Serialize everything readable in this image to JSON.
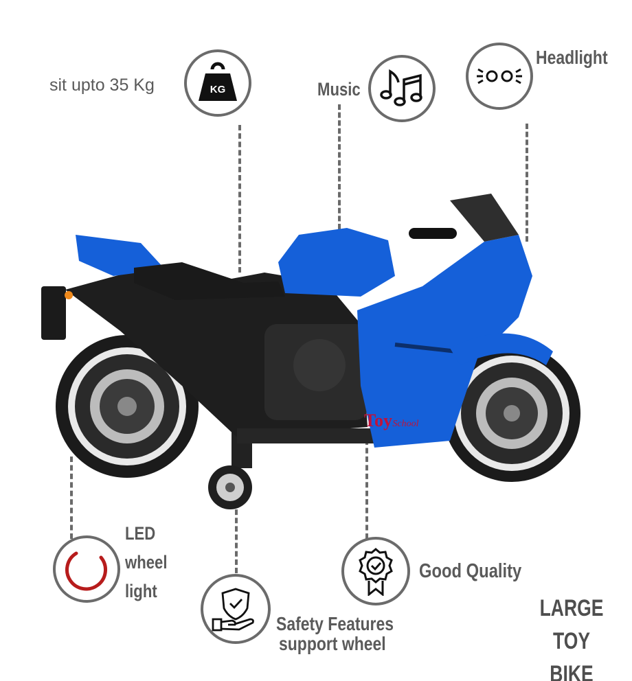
{
  "features": {
    "weight": {
      "label": "sit upto 35 Kg",
      "icon": "weight-kg-icon",
      "badge": "KG"
    },
    "music": {
      "label": "Music",
      "icon": "music-notes-icon"
    },
    "headlight": {
      "label": "Headlight",
      "icon": "headlight-icon"
    },
    "led": {
      "line1": "LED",
      "line2": "wheel",
      "line3": "light",
      "icon": "led-ring-icon"
    },
    "safety": {
      "line1": "Safety Features",
      "line2": "support wheel",
      "icon": "shield-hand-icon"
    },
    "quality": {
      "label": "Good Quality",
      "icon": "quality-badge-icon"
    }
  },
  "product": {
    "title_line1": "LARGE TOY",
    "title_line2": "BIKE",
    "brand_main": "Toy",
    "brand_sub": "School",
    "color": "#1560d9"
  }
}
